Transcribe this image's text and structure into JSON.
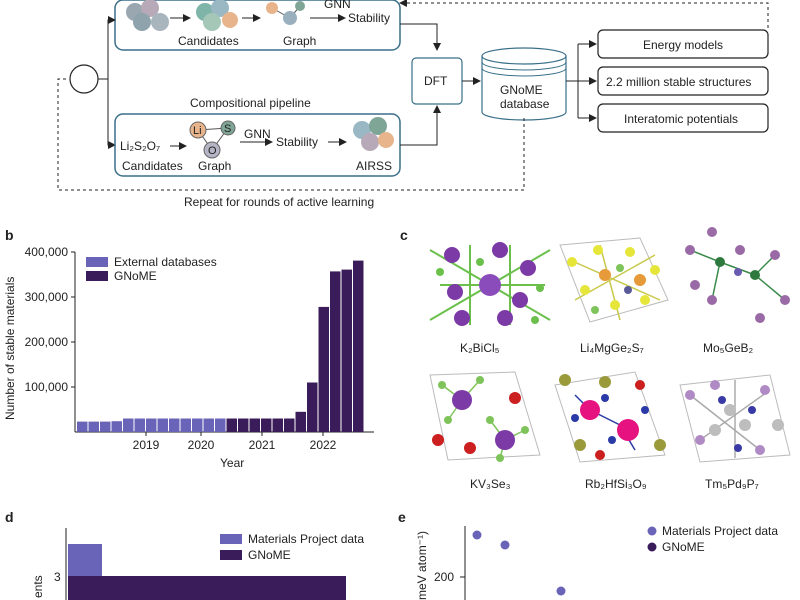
{
  "panel_a": {
    "candidates_top": "Candidates",
    "graph_top": "Graph",
    "gnn_top": "GNN",
    "stability_top": "Stability",
    "dft": "DFT",
    "db_line1": "GNoME",
    "db_line2": "database",
    "outputs": [
      "Energy models",
      "2.2 million stable structures",
      "Interatomic potentials"
    ],
    "comp_title": "Compositional pipeline",
    "formula": "Li₂S₂O₇",
    "candidates_bottom": "Candidates",
    "graph_bottom": "Graph",
    "gnn_bottom": "GNN",
    "stability_bottom": "Stability",
    "airss": "AIRSS",
    "node_li": "Li",
    "node_s": "S",
    "node_o": "O",
    "repeat": "Repeat for rounds of active learning"
  },
  "panel_b": {
    "label": "b",
    "chart_data": {
      "type": "bar",
      "xlabel": "Year",
      "ylabel": "Number of stable materials",
      "ylim": [
        0,
        400000
      ],
      "yticks": [
        "100,000",
        "200,000",
        "300,000",
        "400,000"
      ],
      "xticks": [
        "2019",
        "2020",
        "2021",
        "2022"
      ],
      "legend_position": "top-left",
      "series": [
        {
          "name": "External databases",
          "color": "#6a64b8",
          "values": [
            23000,
            23000,
            23000,
            24000,
            30000,
            30000,
            30000,
            30000,
            30000,
            30000,
            30000,
            30000,
            30000
          ]
        },
        {
          "name": "GNoME",
          "color": "#3b1c5a",
          "values": [
            30000,
            30000,
            30000,
            30000,
            30000,
            30000,
            45000,
            110000,
            278000,
            357000,
            361000,
            381000
          ]
        }
      ]
    }
  },
  "panel_c": {
    "label": "c",
    "structures": [
      "K₂BiCl₅",
      "Li₄MgGe₂S₇",
      "Mo₅GeB₂",
      "KV₃Se₃",
      "Rb₂HfSi₃O₉",
      "Tm₅Pd₉P₇"
    ]
  },
  "panel_d": {
    "label": "d",
    "legend": [
      "Materials Project data",
      "GNoME"
    ],
    "ytick": "3",
    "ylabel_partial": "ents",
    "colors": {
      "mp": "#6a64b8",
      "gnome": "#3b1c5a"
    }
  },
  "panel_e": {
    "label": "e",
    "legend": [
      "Materials Project data",
      "GNoME"
    ],
    "ytick": "200",
    "ylabel_partial": "meV atom⁻¹)",
    "points": [
      [
        0.03,
        258
      ],
      [
        0.12,
        248
      ],
      [
        0.32,
        176
      ]
    ]
  }
}
